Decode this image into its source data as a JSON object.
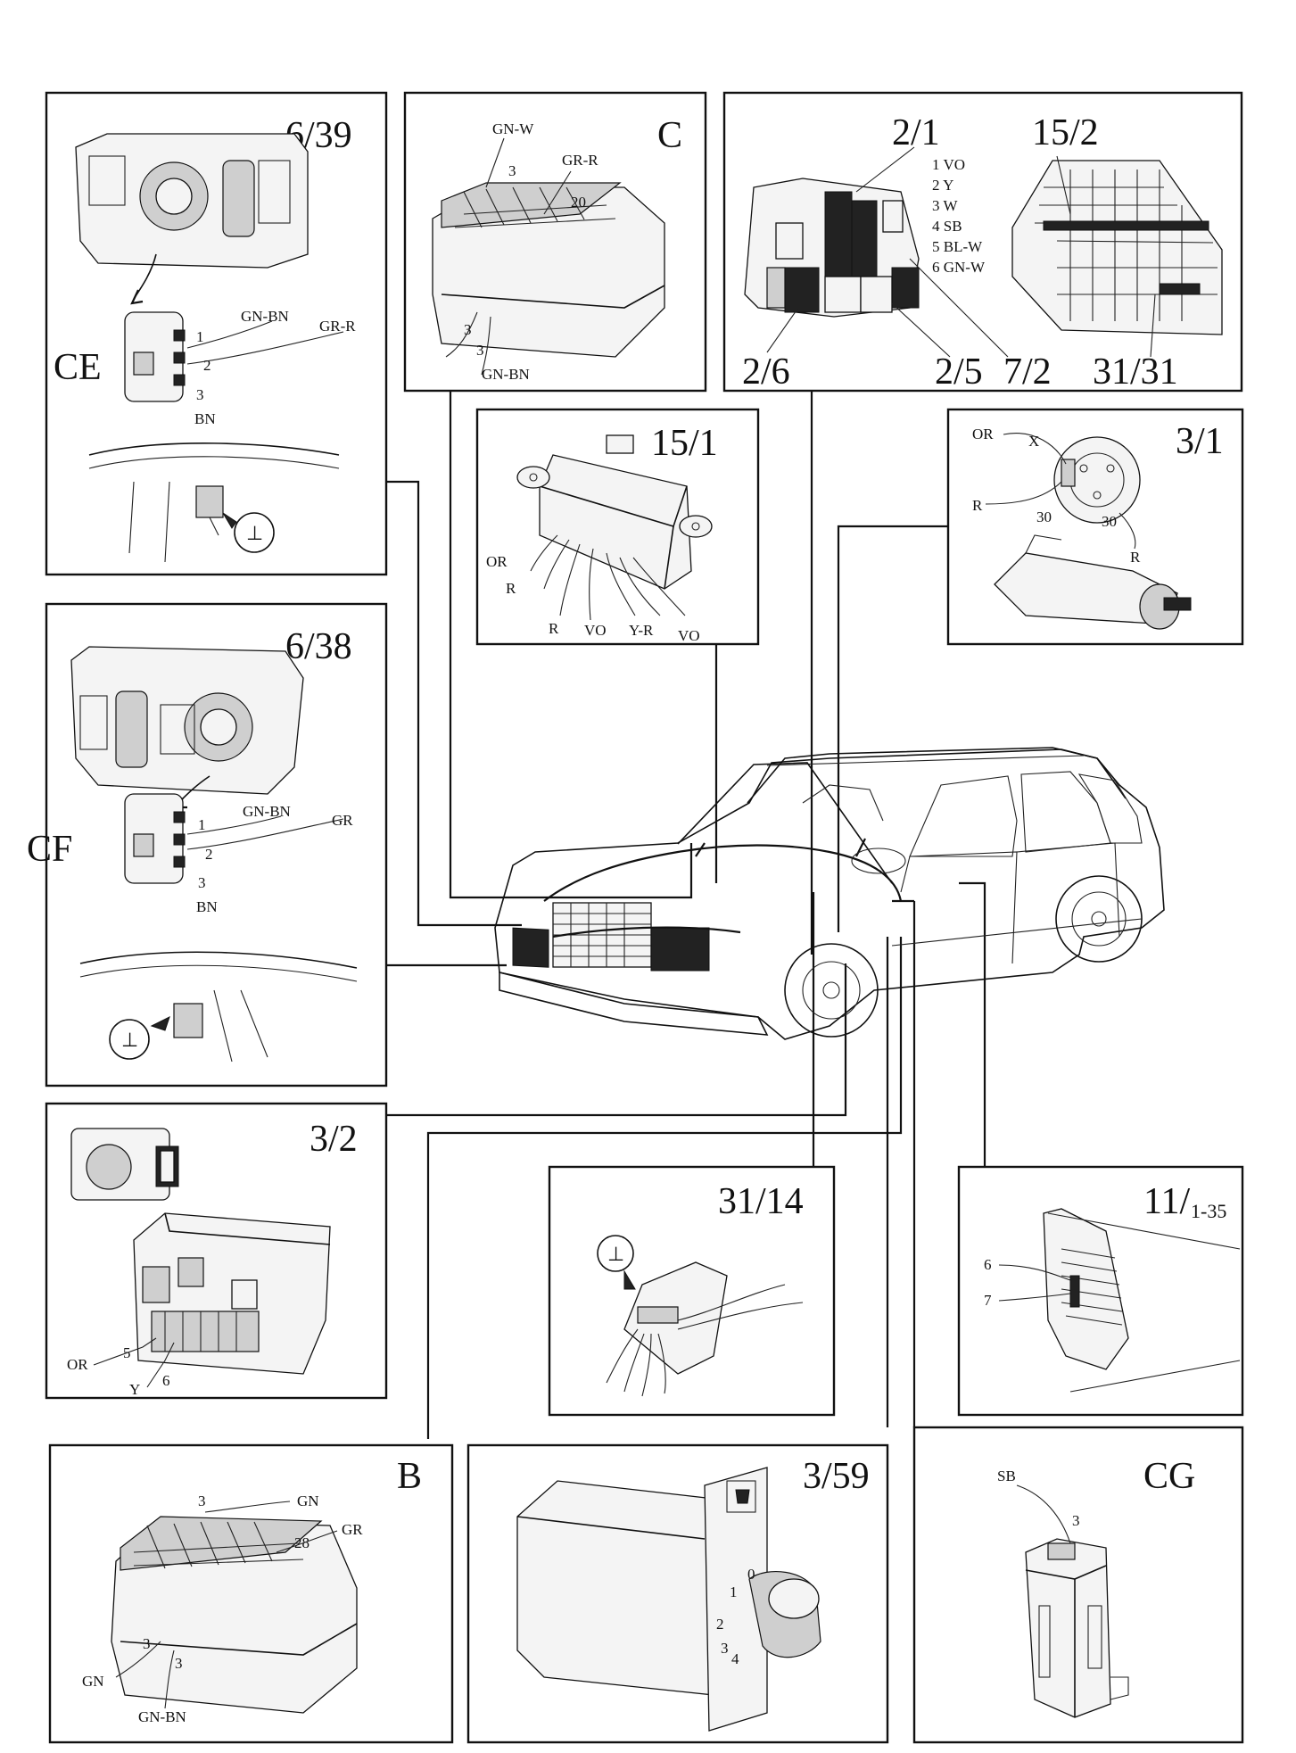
{
  "title": "",
  "car": {
    "label": ""
  },
  "panels": [
    {
      "id": "6/39",
      "connector": "CE",
      "wires": [
        "GN-BN",
        "GR-R"
      ],
      "pins": [
        "1",
        "2",
        "3"
      ],
      "ground_wire": "BN",
      "ground_symbol": "⊥"
    },
    {
      "id": "C",
      "wires": [
        "GN-W",
        "GR-R",
        "GN-BN"
      ],
      "pins": [
        "3",
        "20",
        "3",
        "3"
      ]
    },
    {
      "id": "2/1",
      "wires": [
        "1 VO",
        "2 Y",
        "3 W",
        "4 SB",
        "5 BL-W",
        "6 GN-W"
      ],
      "labels": [
        "15/2",
        "2/6",
        "2/5",
        "7/2",
        "31/31"
      ]
    },
    {
      "id": "15/1",
      "wires": [
        "OR",
        "R",
        "R",
        "VO",
        "Y-R",
        "VO"
      ]
    },
    {
      "id": "3/1",
      "wires": [
        "OR",
        "X",
        "R",
        "R"
      ],
      "pins": [
        "30",
        "30"
      ]
    },
    {
      "id": "6/38",
      "connector": "CF",
      "wires": [
        "GN-BN",
        "GR"
      ],
      "pins": [
        "1",
        "2",
        "3"
      ],
      "ground_wire": "BN",
      "ground_symbol": "⊥"
    },
    {
      "id": "3/2",
      "wires": [
        "OR",
        "Y"
      ],
      "pins": [
        "5",
        "6"
      ]
    },
    {
      "id": "31/14",
      "ground_symbol": "⊥"
    },
    {
      "id": "11/",
      "id_suffix": "1-35",
      "pins": [
        "6",
        "7"
      ]
    },
    {
      "id": "B",
      "wires": [
        "GN",
        "GR",
        "GN",
        "GN-BN"
      ],
      "pins": [
        "3",
        "28",
        "3",
        "3"
      ]
    },
    {
      "id": "3/59",
      "pins": [
        "0",
        "1",
        "2",
        "3",
        "4"
      ]
    },
    {
      "id": "CG",
      "wires": [
        "SB"
      ],
      "pins": [
        "3"
      ]
    }
  ]
}
